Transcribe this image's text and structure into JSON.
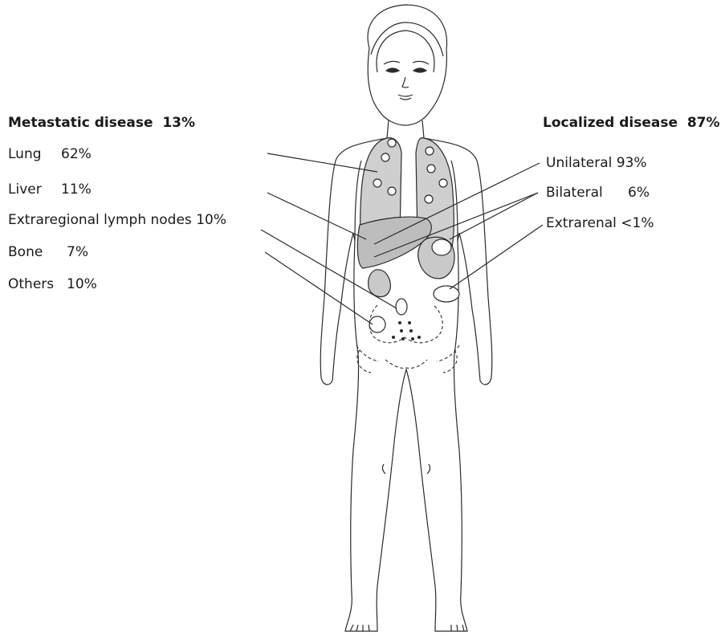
{
  "metastatic": {
    "title": "Metastatic disease",
    "percent": "13%",
    "items": [
      {
        "label": "Lung",
        "value": "62%"
      },
      {
        "label": "Liver",
        "value": "11%"
      },
      {
        "label": "Extraregional lymph nodes",
        "value": "10%"
      },
      {
        "label": "Bone",
        "value": "7%"
      },
      {
        "label": "Others",
        "value": "10%"
      }
    ]
  },
  "localized": {
    "title": "Localized disease",
    "percent": "87%",
    "items": [
      {
        "label": "Unilateral",
        "value": "93%"
      },
      {
        "label": "Bilateral",
        "value": "6%"
      },
      {
        "label": "Extrarenal",
        "value": "<1%"
      }
    ]
  }
}
